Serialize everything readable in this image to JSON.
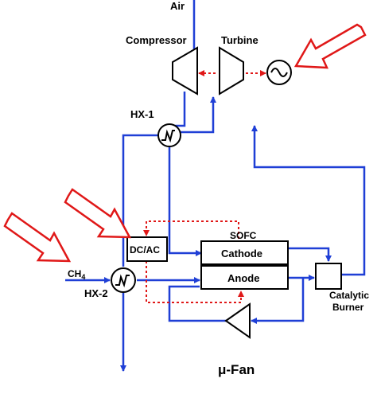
{
  "labels": {
    "air": "Air",
    "compressor": "Compressor",
    "turbine": "Turbine",
    "hx1": "HX-1",
    "sofc": "SOFC",
    "cathode": "Cathode",
    "anode": "Anode",
    "dcac": "DC/AC",
    "ch4": "CH",
    "ch4_sub": "4",
    "hx2": "HX-2",
    "catalytic": "Catalytic",
    "burner": "Burner",
    "fan": "μ-Fan"
  },
  "colors": {
    "flow": "#1f3fd6",
    "electric": "#e01818",
    "callout": "#e01818",
    "stroke": "#000000"
  },
  "icons": {
    "generator": "generator-icon",
    "heat_exchanger": "heat-exchanger-icon",
    "callout": "callout-arrow-icon"
  }
}
